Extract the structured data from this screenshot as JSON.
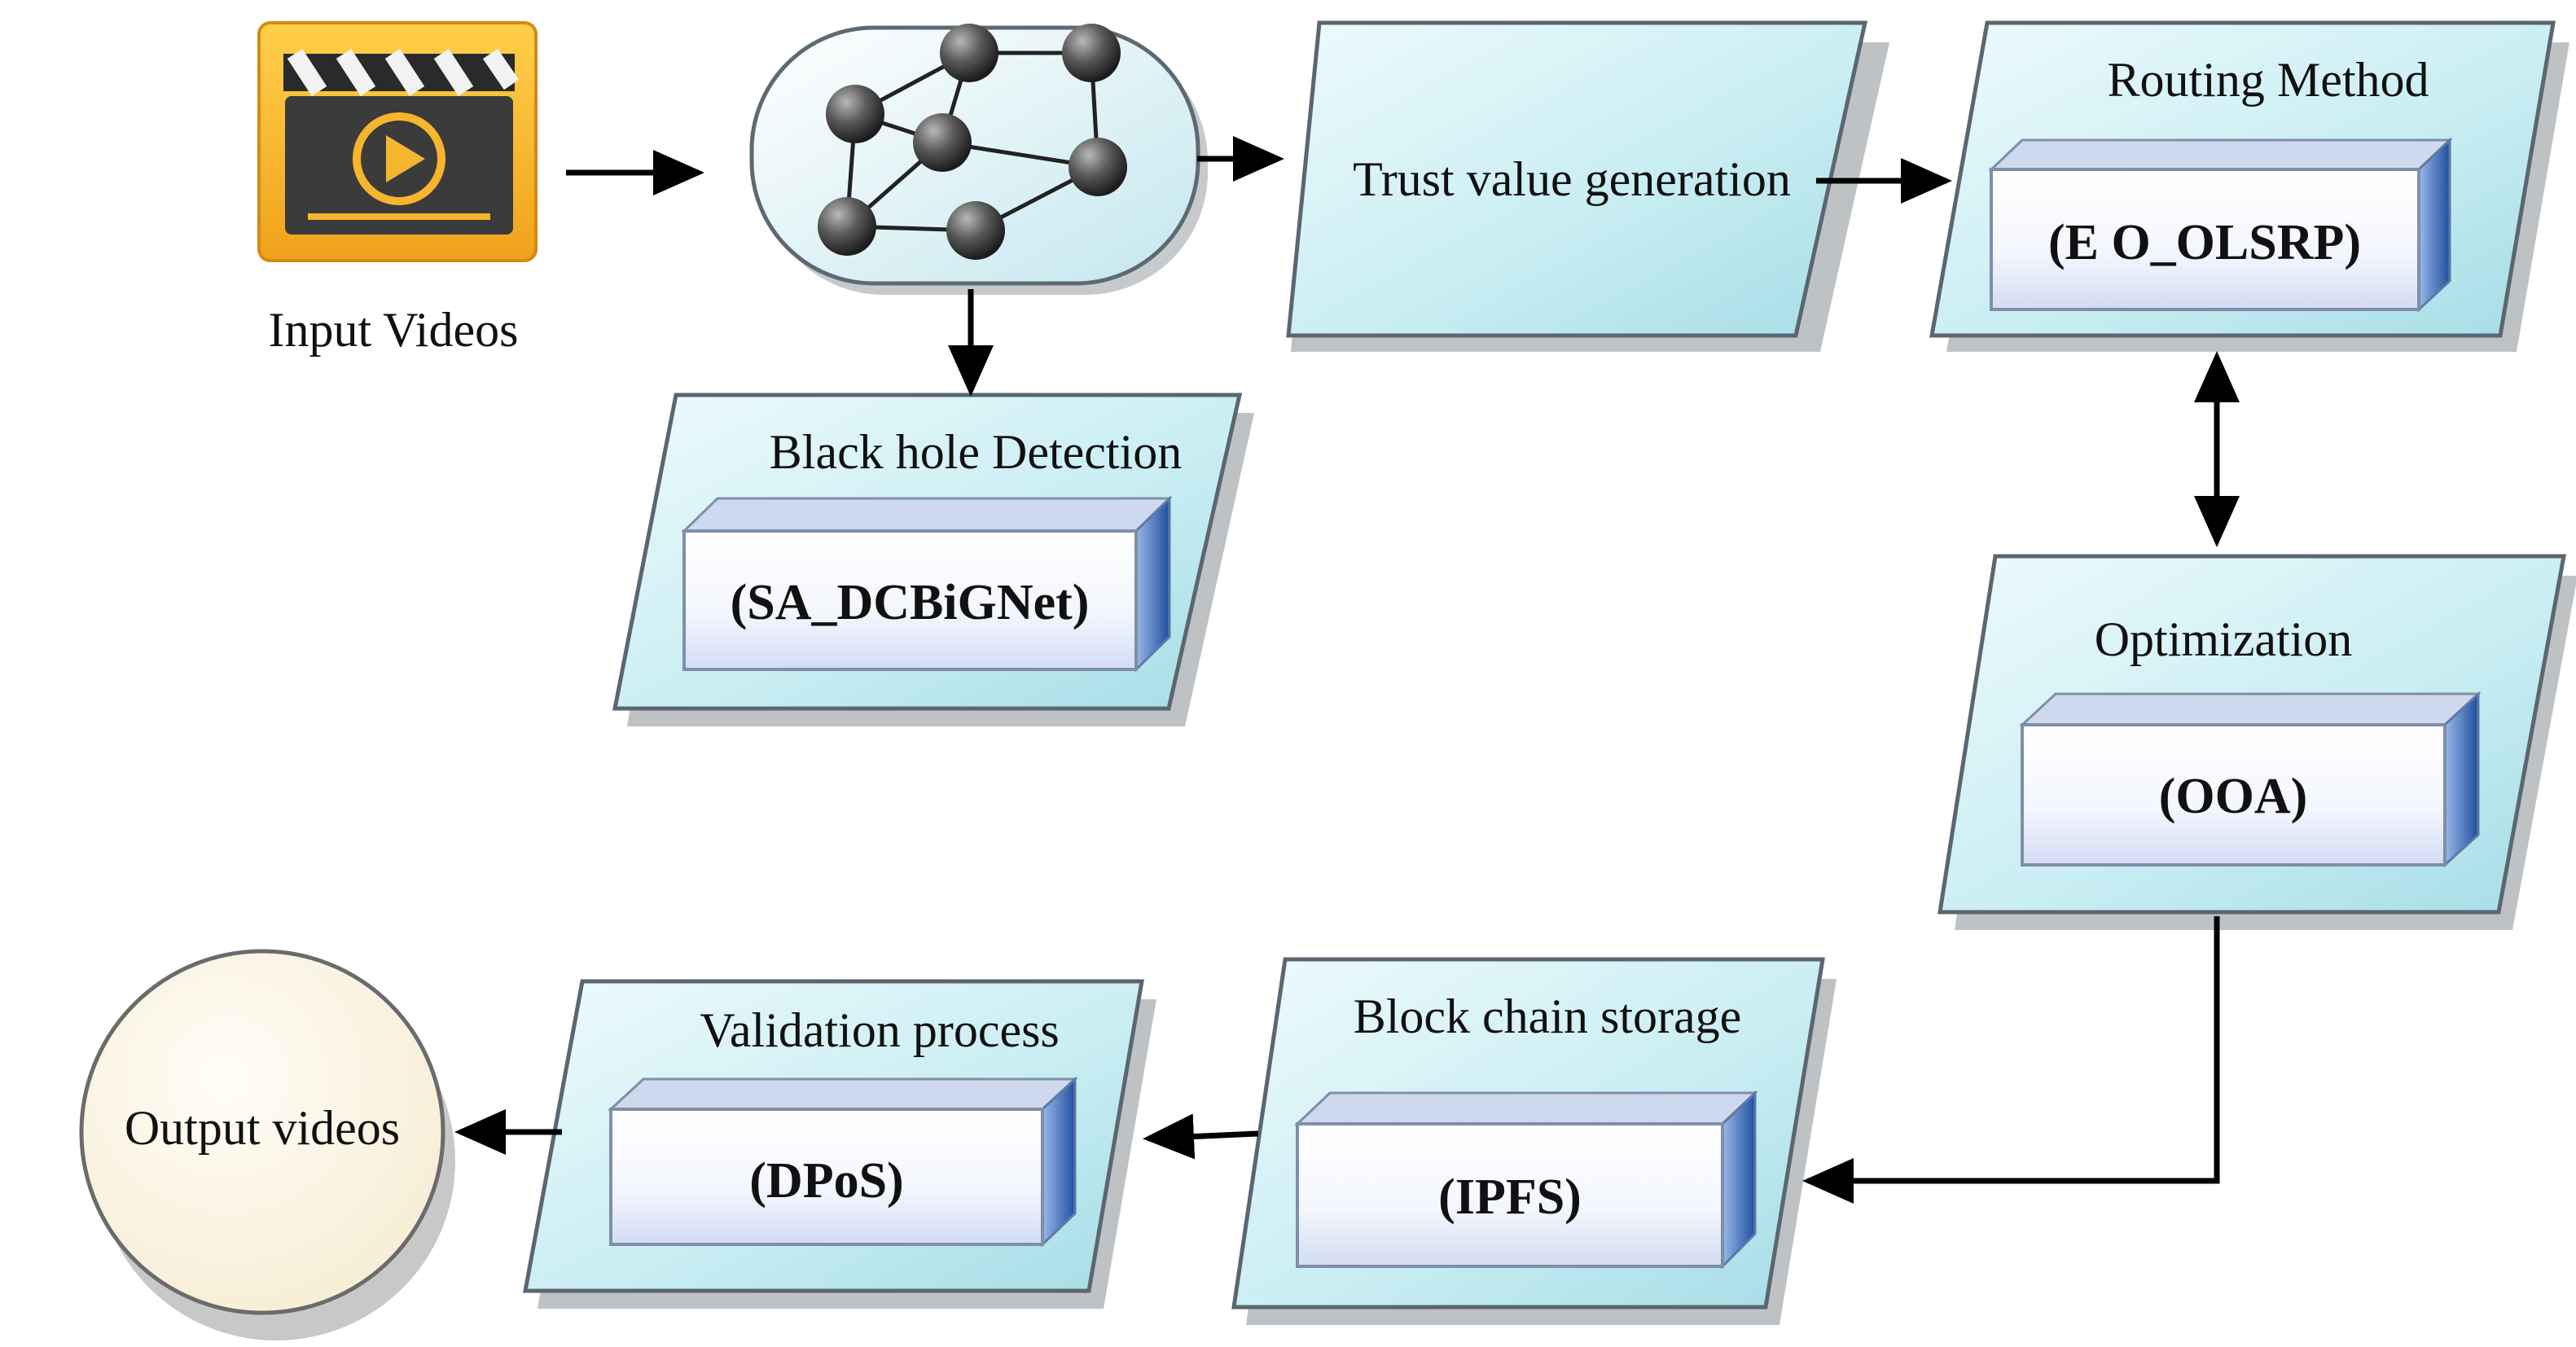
{
  "nodes": {
    "input": {
      "label": "Input Videos"
    },
    "trust": {
      "label": "Trust value generation"
    },
    "routing": {
      "label": "Routing Method",
      "method": "(E O_OLSRP)"
    },
    "blackhole": {
      "label": "Black hole Detection",
      "method": "(SA_DCBiGNet)"
    },
    "optimization": {
      "label": "Optimization",
      "method": "(OOA)"
    },
    "blockchain": {
      "label": "Block chain storage",
      "method": "(IPFS)"
    },
    "validation": {
      "label": "Validation process",
      "method": "(DPoS)"
    },
    "output": {
      "label": "Output videos"
    }
  },
  "colors": {
    "panel_light": "#eaf8fb",
    "panel_dark": "#a9dde6",
    "bar_edge": "#2f5fa8",
    "output_fill": "#fdf6e3"
  },
  "icons": {
    "input": "video-clapperboard-icon",
    "network": "network-graph-icon"
  }
}
